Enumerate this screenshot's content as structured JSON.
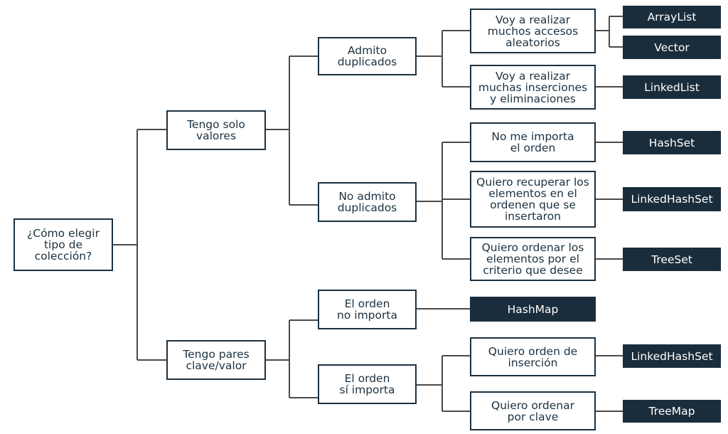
{
  "colors": {
    "line": "#4a4a4a",
    "box_border": "#1c3140",
    "result_bg": "#1a2d3c",
    "result_text": "#ffffff"
  },
  "root": "¿Cómo elegir\ntipo de\ncolección?",
  "values": {
    "label": "Tengo solo\nvalores",
    "dup": {
      "label": "Admito\nduplicados",
      "random": {
        "label": "Voy a realizar\nmuchos accesos\naleatorios",
        "results": [
          "ArrayList",
          "Vector"
        ]
      },
      "insert": {
        "label": "Voy a realizar\nmuchas inserciones\ny eliminaciones",
        "result": "LinkedList"
      }
    },
    "nodup": {
      "label": "No admito\nduplicados",
      "any": {
        "label": "No me importa\nel orden",
        "result": "HashSet"
      },
      "insertion": {
        "label": "Quiero recuperar los\nelementos en el\nordenen que se\ninsertaron",
        "result": "LinkedHashSet"
      },
      "criteria": {
        "label": "Quiero ordenar los\nelementos por el\ncriterio que desee",
        "result": "TreeSet"
      }
    }
  },
  "pairs": {
    "label": "Tengo pares\nclave/valor",
    "noorder": {
      "label": "El orden\nno importa",
      "result": "HashMap"
    },
    "order": {
      "label": "El orden\nsí importa",
      "insertion": {
        "label": "Quiero orden de\ninserción",
        "result": "LinkedHashSet"
      },
      "key": {
        "label": "Quiero ordenar\npor clave",
        "result": "TreeMap"
      }
    }
  }
}
